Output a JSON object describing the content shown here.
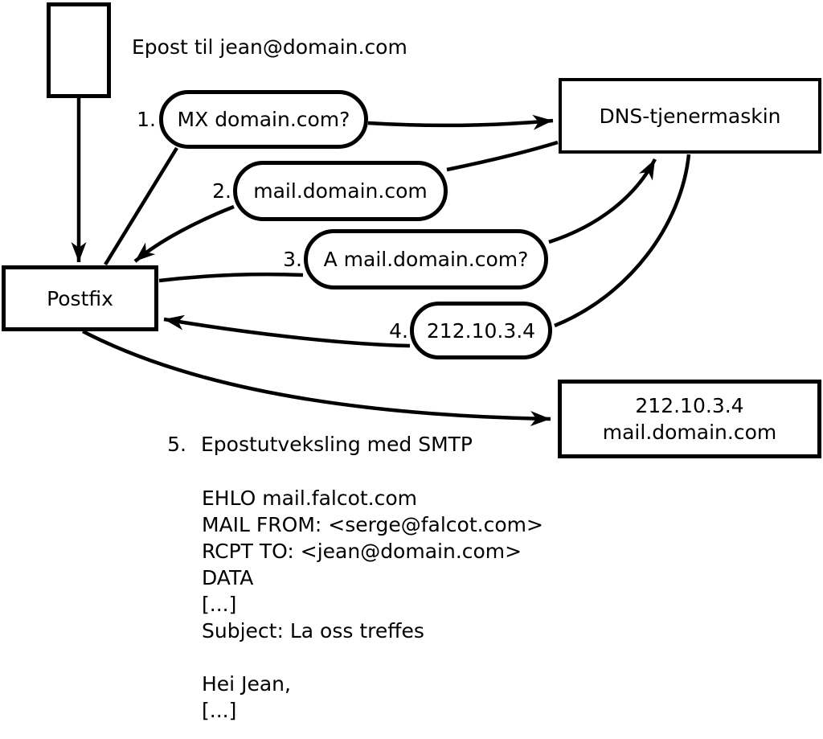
{
  "colors": {
    "stroke": "#000000",
    "node_fill": "#ffffff",
    "background": "#ffffff",
    "text": "#000000"
  },
  "title": "Epost til jean@domain.com",
  "nodes": {
    "postfix": {
      "label": "Postfix"
    },
    "dns_server": {
      "label": "DNS-tjenermaskin"
    },
    "mail_server": {
      "line1": "212.10.3.4",
      "line2": "mail.domain.com"
    }
  },
  "steps": [
    {
      "num": "1.",
      "label": "MX domain.com?"
    },
    {
      "num": "2.",
      "label": "mail.domain.com"
    },
    {
      "num": "3.",
      "label": "A mail.domain.com?"
    },
    {
      "num": "4.",
      "label": "212.10.3.4"
    },
    {
      "num": "5.",
      "label": "Epostutveksling med SMTP"
    }
  ],
  "smtp_session": {
    "lines": [
      "EHLO mail.falcot.com",
      "MAIL FROM: <serge@falcot.com>",
      "RCPT TO: <jean@domain.com>",
      "DATA",
      "[...]",
      "Subject: La oss treffes",
      "",
      "Hei Jean,",
      "[...]",
      "."
    ]
  }
}
